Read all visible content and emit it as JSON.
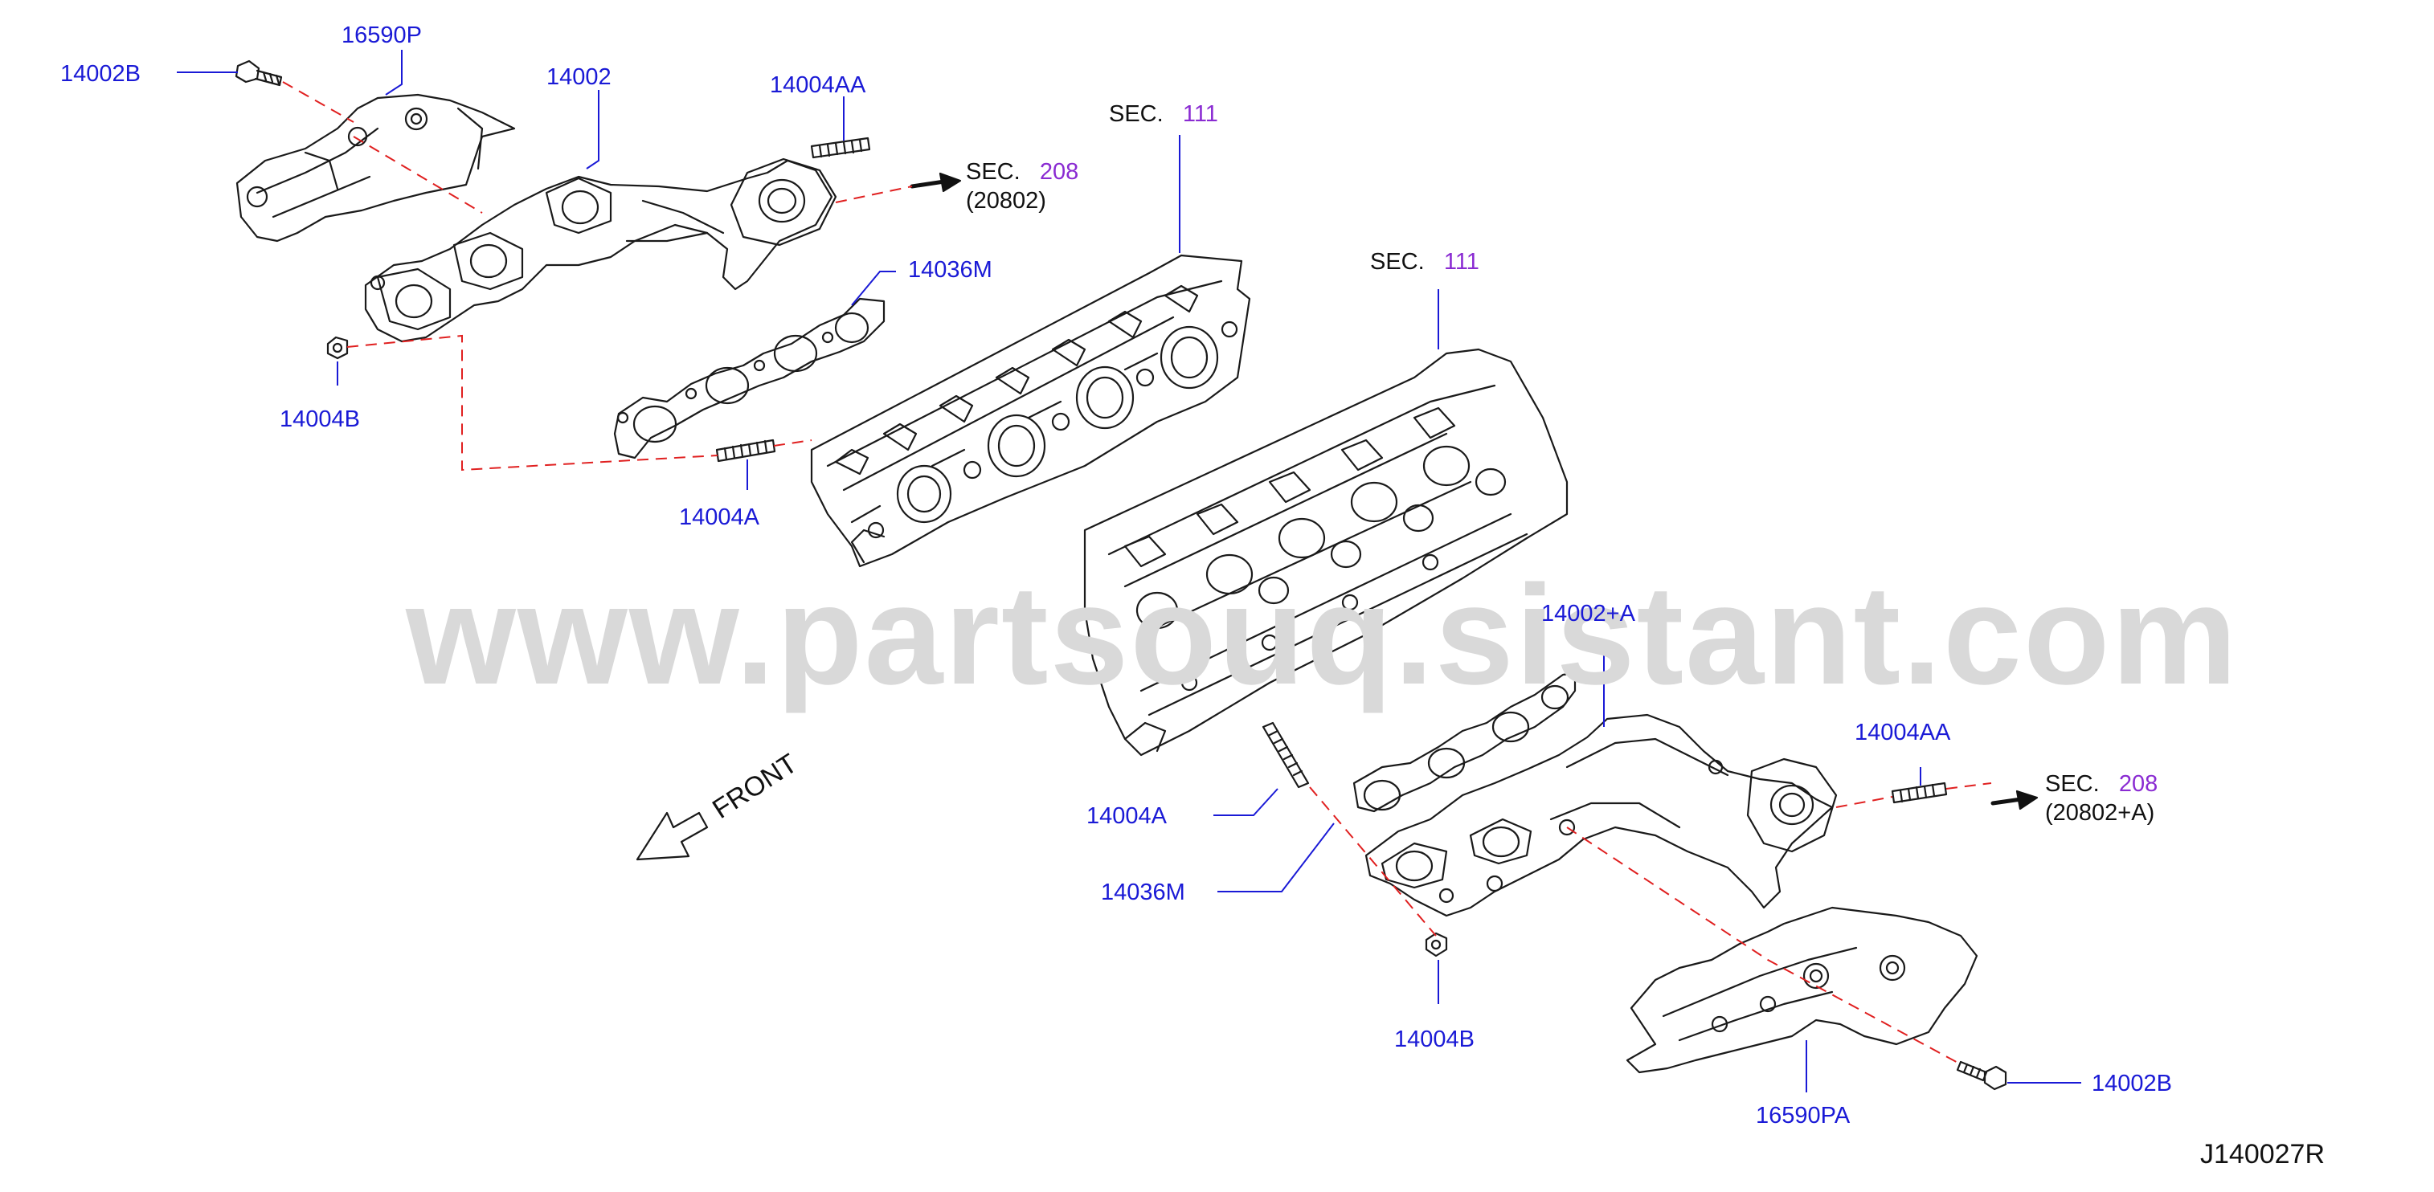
{
  "watermark": "www.partsouq.sistant.com",
  "front_label": "FRONT",
  "diagram_code": "J140027R",
  "sec_word": "SEC.",
  "labels": {
    "p14002B_top": "14002B",
    "p16590P": "16590P",
    "p14002": "14002",
    "p14004AA_top": "14004AA",
    "p14036M_top": "14036M",
    "p14004B_top": "14004B",
    "p14004A_top": "14004A",
    "p14002A": "14002+A",
    "p14004AA_bot": "14004AA",
    "p14004A_bot": "14004A",
    "p14036M_bot": "14036M",
    "p14004B_bot": "14004B",
    "p16590PA": "16590PA",
    "p14002B_bot": "14002B"
  },
  "sections": {
    "sec111_left": "111",
    "sec111_right": "111",
    "sec208_top": "208",
    "sec208_top_ref": "(20802)",
    "sec208_bot": "208",
    "sec208_bot_ref": "(20802+A)"
  },
  "colors": {
    "part_number": "#1a1ad6",
    "section_number": "#8a2bd2",
    "leader_line": "#1a1ad6",
    "dashed_line": "#e02020",
    "drawing": "#1a1a1a",
    "watermark": "#d9d9d9"
  }
}
